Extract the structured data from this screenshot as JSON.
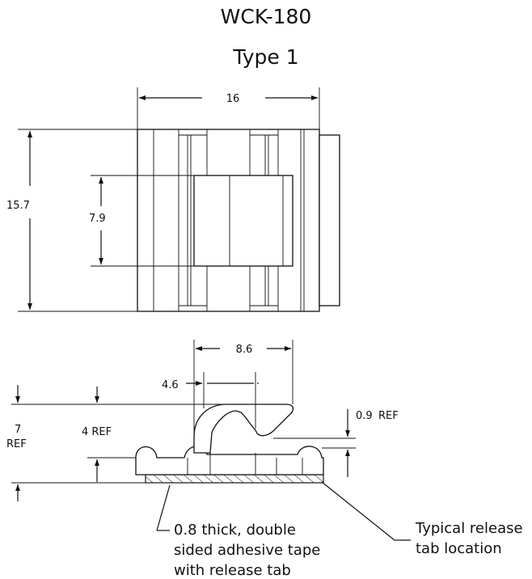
{
  "title": "WCK-180",
  "subtitle": "Type 1",
  "dimensions": {
    "width_top": "16",
    "height_top": "15.7",
    "inner_height": "7.9",
    "span_side": "8.6",
    "offset_side": "4.6",
    "total_height": "7",
    "total_height_ref": "REF",
    "clip_height": "4 REF",
    "flange_thickness": "0.9",
    "flange_thickness_ref": "REF"
  },
  "notes": {
    "tape_line1": "0.8 thick, double",
    "tape_line2": "sided adhesive tape",
    "tape_line3": "with release tab",
    "tab_line1": "Typical release",
    "tab_line2": "tab location"
  }
}
